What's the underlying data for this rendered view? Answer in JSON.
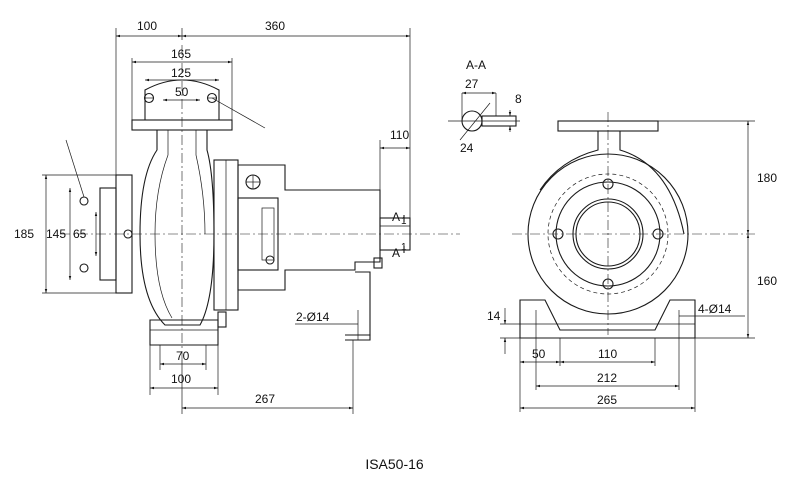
{
  "caption": "ISA50-16",
  "section_label": "A-A",
  "section_marks": {
    "top": "A",
    "top_sub": "1",
    "bottom": "A",
    "bottom_sub": "1"
  },
  "dimensions": {
    "d100_top": "100",
    "d360": "360",
    "d165": "165",
    "d125": "125",
    "d50_flange": "50",
    "d110_shaft": "110",
    "d185": "185",
    "d145": "145",
    "d65": "65",
    "hole_2": "2-Ø14",
    "d70": "70",
    "d100_base": "100",
    "d267": "267",
    "key_27": "27",
    "key_8": "8",
    "key_24": "24",
    "d180": "180",
    "d160": "160",
    "d14": "14",
    "hole_4": "4-Ø14",
    "d50_base": "50",
    "d110_base": "110",
    "d212": "212",
    "d265": "265"
  }
}
